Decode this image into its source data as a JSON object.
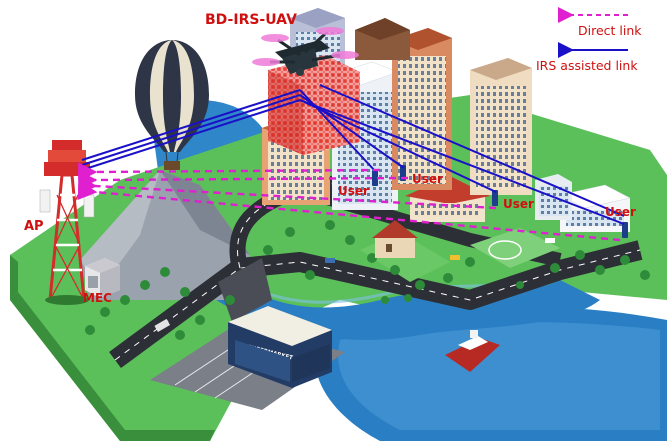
{
  "labels": {
    "uav": "BD-IRS-UAV",
    "ap": "AP",
    "mec": "MEC",
    "user": "User",
    "store": "SUPERMARKET"
  },
  "legend": {
    "direct": "Direct link",
    "irs": "IRS assisted link"
  },
  "colors": {
    "direct_link": "#e020d0",
    "irs_link": "#1a10c8",
    "label_red": "#d01010",
    "water": "#2a7fc4",
    "grass": "#5cc05a"
  }
}
